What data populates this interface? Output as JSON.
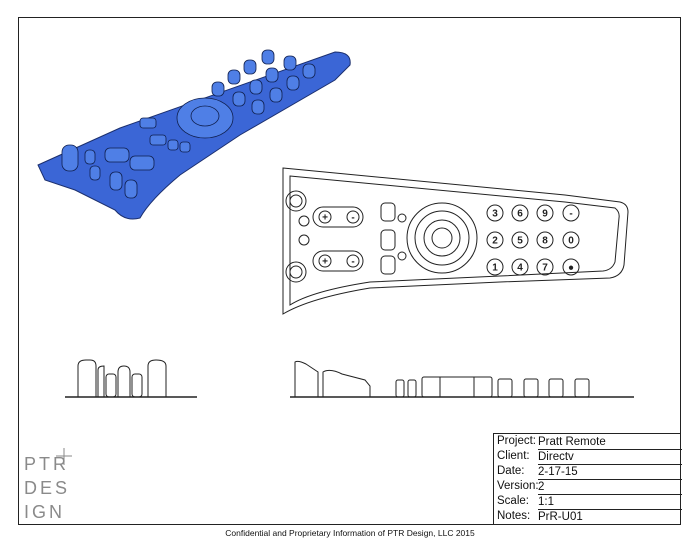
{
  "title_block": {
    "rows": [
      {
        "label": "Project:",
        "value": "Pratt Remote"
      },
      {
        "label": "Client:",
        "value": "Directv"
      },
      {
        "label": "Date:",
        "value": "2-17-15"
      },
      {
        "label": "Version:",
        "value": "2"
      },
      {
        "label": "Scale:",
        "value": "1:1"
      },
      {
        "label": "Notes:",
        "value": "PrR-U01"
      }
    ]
  },
  "logo": {
    "lines": [
      "PTR",
      "DES",
      "IGN"
    ],
    "color": "#8a8a8a"
  },
  "footer": {
    "text": "Confidential and Proprietary Information of PTR Design, LLC 2015"
  },
  "colors": {
    "model_blue": "#3b66d6",
    "line": "#222222"
  },
  "top_view_keypad": {
    "number_keys": [
      "3",
      "6",
      "9",
      "-",
      "2",
      "5",
      "8",
      "0",
      "1",
      "4",
      "7",
      "●"
    ],
    "rocker_symbols": [
      "+",
      "-"
    ]
  }
}
